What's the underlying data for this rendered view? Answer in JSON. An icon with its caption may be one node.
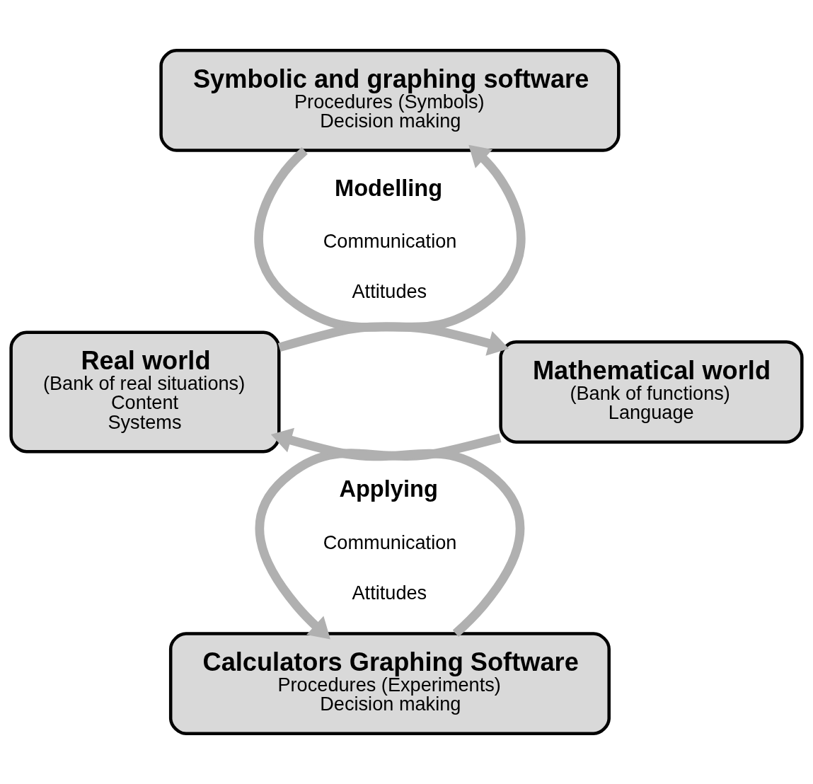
{
  "diagram": {
    "nodes": [
      {
        "text": [
          "Symbolic and graphing software",
          "Procedures (Symbols)",
          "Decision making"
        ]
      },
      {
        "text": [
          "Mathematical world",
          "(Bank of functions)",
          "Language"
        ]
      },
      {
        "text": [
          "Calculators Graphing Software",
          "Procedures (Experiments)",
          "Decision making"
        ]
      },
      {
        "text": [
          "Real world",
          "(Bank of real situations)",
          "Content",
          "Systems"
        ]
      }
    ],
    "edges": [
      {
        "from": 0,
        "to": 1,
        "arrow": "to"
      },
      {
        "from": 1,
        "to": 2,
        "arrow": "to"
      },
      {
        "from": 2,
        "to": 3,
        "arrow": "to"
      },
      {
        "from": 3,
        "to": 0,
        "arrow": "to"
      }
    ],
    "labels": [
      "Modelling",
      "Communication",
      "Attitudes",
      "Applying",
      "Communication",
      "Attitudes"
    ]
  }
}
